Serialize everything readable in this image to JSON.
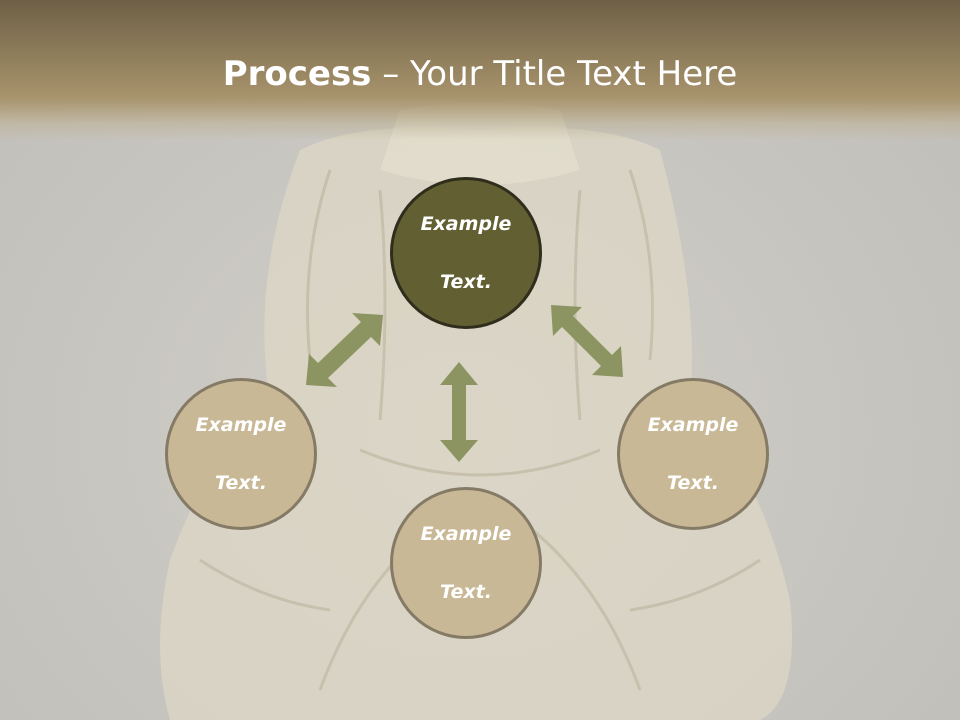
{
  "title": {
    "bold": "Process",
    "rest": " – Your Title Text Here"
  },
  "nodes": {
    "top": {
      "line1": "Example",
      "line2": "Text."
    },
    "left": {
      "line1": "Example",
      "line2": "Text."
    },
    "right": {
      "line1": "Example",
      "line2": "Text."
    },
    "bottom": {
      "line1": "Example",
      "line2": "Text."
    }
  },
  "colors": {
    "header": "#8b7a58",
    "center_node": "#626032",
    "side_node": "#c8b895",
    "arrow": "#8c9462"
  }
}
